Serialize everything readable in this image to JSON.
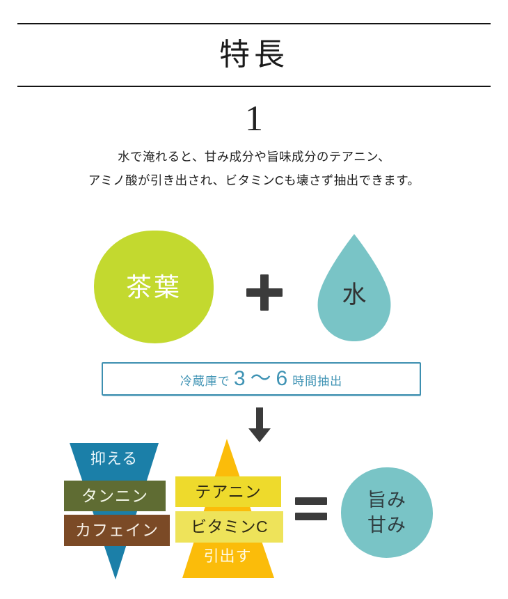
{
  "header": {
    "title": "特長",
    "step_number": "1",
    "description_line1": "水で淹れると、甘み成分や旨味成分のテアニン、",
    "description_line2": "アミノ酸が引き出され、ビタミンCも壊さず抽出できます。"
  },
  "ingredients": {
    "tea_label": "茶葉",
    "plus_symbol": "+",
    "water_label": "水"
  },
  "brewing": {
    "prefix": "冷蔵庫で",
    "range_from": "3",
    "range_tilde": "～",
    "range_to": "6",
    "suffix": "時間抽出",
    "arrow": "down-arrow"
  },
  "results": {
    "suppress_label": "抑える",
    "suppressed": [
      {
        "label": "タンニン"
      },
      {
        "label": "カフェイン"
      }
    ],
    "extract_label": "引出す",
    "extracted": [
      {
        "label": "テアニン"
      },
      {
        "label": "ビタミンC"
      }
    ],
    "equals_symbol": "=",
    "outcome_line1": "旨み",
    "outcome_line2": "甘み"
  },
  "colors": {
    "tea_green": "#c3d92f",
    "water_teal": "#79c4c6",
    "brew_box_blue": "#3d8fb0",
    "suppress_blue": "#1b7fa8",
    "tannin_olive": "#5f6c33",
    "caffeine_brown": "#7b4a26",
    "extract_orange": "#fbbc0a",
    "theanine_yellow": "#eeda2c",
    "vitamin_yellow": "#eee35a",
    "dark_gray": "#3b3b3b"
  },
  "chart_data": {
    "type": "diagram",
    "title": "特長 1 — 水出し茶の抽出",
    "nodes": [
      {
        "id": "tea",
        "label": "茶葉",
        "shape": "circle",
        "color": "#c3d92f"
      },
      {
        "id": "water",
        "label": "水",
        "shape": "droplet",
        "color": "#79c4c6"
      },
      {
        "id": "brew",
        "label": "冷蔵庫で 3 ～ 6 時間抽出",
        "shape": "box",
        "color": "#3d8fb0"
      },
      {
        "id": "suppress",
        "label": "抑える",
        "shape": "triangle-down",
        "color": "#1b7fa8",
        "items": [
          "タンニン",
          "カフェイン"
        ]
      },
      {
        "id": "extract",
        "label": "引出す",
        "shape": "triangle-up",
        "color": "#fbbc0a",
        "items": [
          "テアニン",
          "ビタミンC"
        ]
      },
      {
        "id": "outcome",
        "label": "旨み 甘み",
        "shape": "circle",
        "color": "#79c4c6"
      }
    ],
    "operators": [
      "+",
      "=",
      "↓"
    ]
  }
}
